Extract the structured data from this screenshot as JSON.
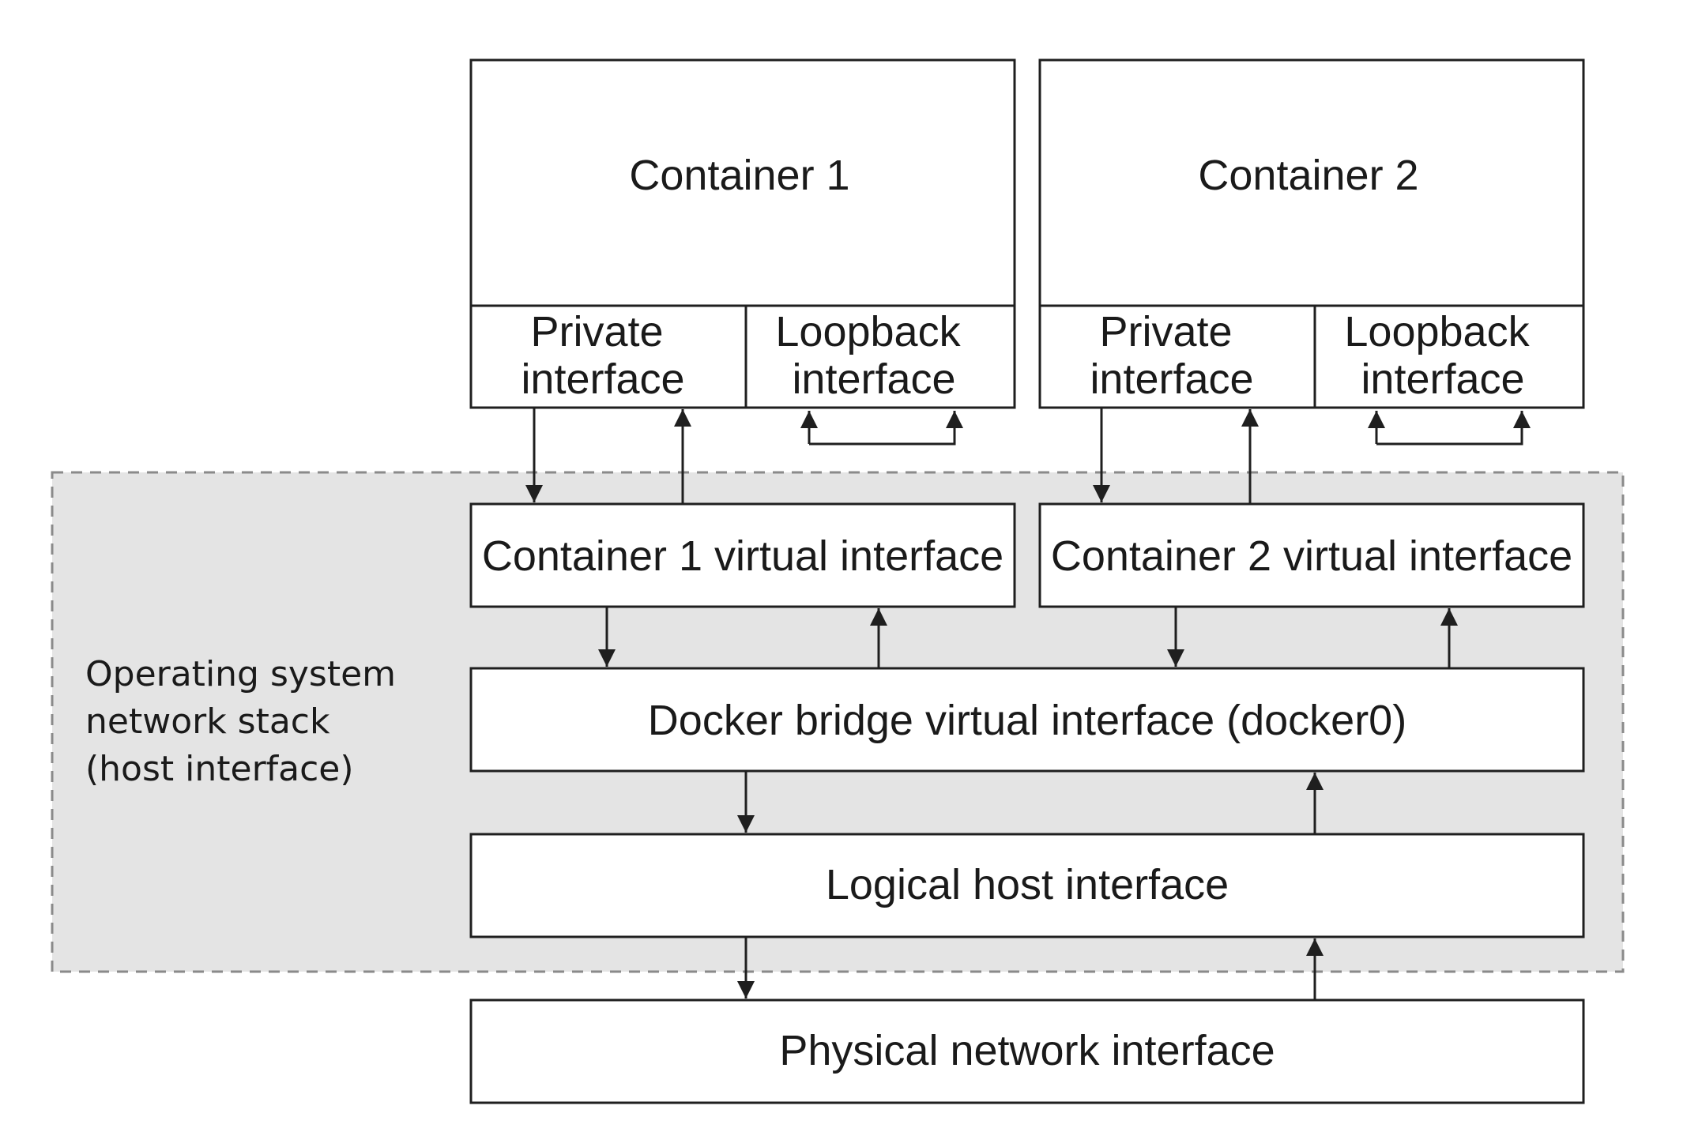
{
  "host_region": {
    "lines": [
      "Operating system",
      "network stack",
      "(host interface)"
    ]
  },
  "container_1": {
    "title": "Container 1",
    "private_interface": [
      "Private",
      "interface"
    ],
    "loopback_interface": [
      "Loopback",
      "interface"
    ]
  },
  "container_2": {
    "title": "Container 2",
    "private_interface": [
      "Private",
      "interface"
    ],
    "loopback_interface": [
      "Loopback",
      "interface"
    ]
  },
  "container_1_virtual": "Container 1 virtual interface",
  "container_2_virtual": "Container 2 virtual interface",
  "docker_bridge": "Docker bridge virtual interface (docker0)",
  "logical_host": "Logical host interface",
  "physical_network": "Physical network interface",
  "colors": {
    "host_region_fill": "#e4e4e4",
    "host_region_border": "#8a8a8a",
    "stroke": "#1f1f1f"
  }
}
